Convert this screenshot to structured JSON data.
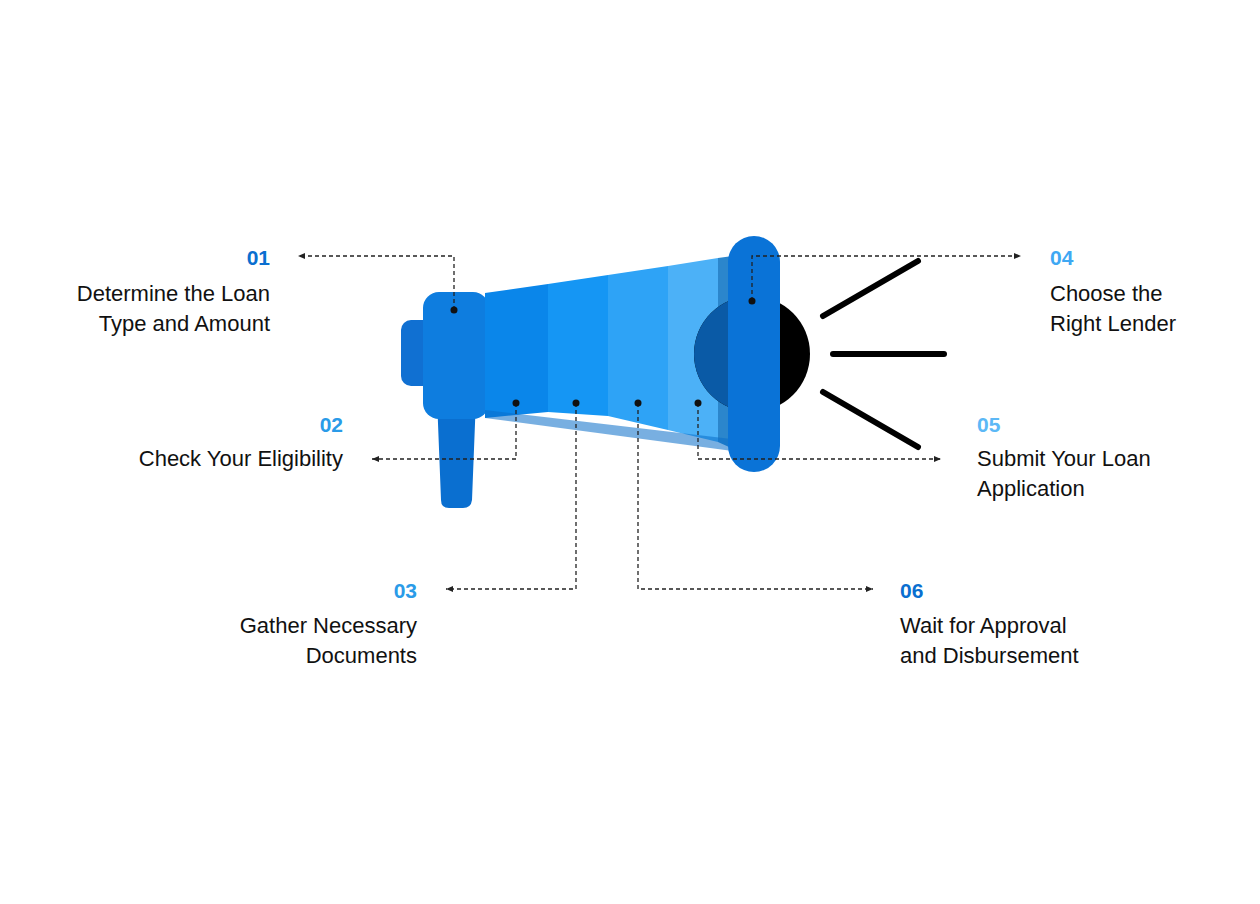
{
  "diagram": {
    "labels": [
      "01",
      "Determine the Loan Type and Amount",
      "02",
      "Check Your Eligibility",
      "03",
      "Gather Necessary Documents",
      "04",
      "Choose the Right Lender",
      "05",
      "Submit Your Loan Application",
      "06",
      "Wait for Approval and Disbursement"
    ]
  }
}
